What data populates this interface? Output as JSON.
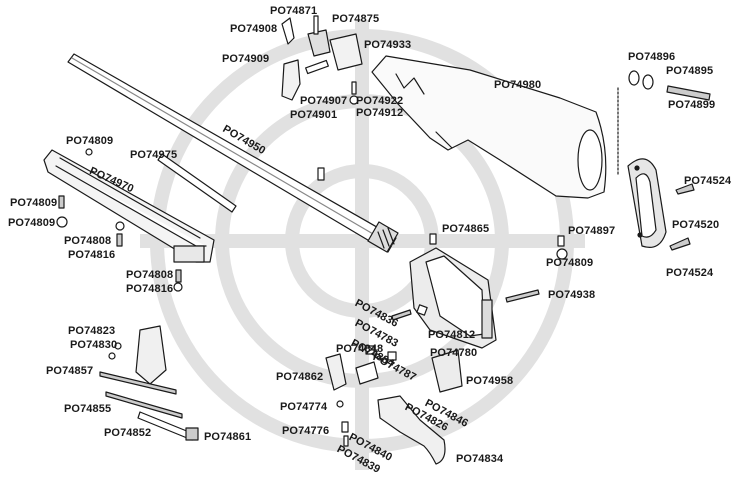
{
  "colors": {
    "ink": "#1a1a1a",
    "paper": "#ffffff",
    "shade": "#b8b8b8",
    "watermark": "#d9d9d9"
  },
  "labels": {
    "l01": "PO74875",
    "l02": "PO74871",
    "l03": "PO74908",
    "l04": "PO74933",
    "l05": "PO74909",
    "l06": "PO74907",
    "l07": "PO74901",
    "l08": "PO74922",
    "l09": "PO74912",
    "l10": "PO74980",
    "l11": "PO74896",
    "l12": "PO74895",
    "l13": "PO74899",
    "l14": "PO74950",
    "l15": "PO74809",
    "l16": "PO74975",
    "l17": "PO74970",
    "l18": "PO74809",
    "l19": "PO74809",
    "l20": "PO74808",
    "l21": "PO74816",
    "l22": "PO74808",
    "l23": "PO74816",
    "l24": "PO74865",
    "l25": "PO74897",
    "l26": "PO74809",
    "l27": "PO74524",
    "l28": "PO74520",
    "l29": "PO74524",
    "l30": "PO74938",
    "l31": "PO74836",
    "l32": "PO74783",
    "l33": "PO74812",
    "l34": "PO74780",
    "l35": "PO74848",
    "l36": "PO74787",
    "l37": "PO74862",
    "l38": "PO74958",
    "l39": "PO74823",
    "l40": "PO74830",
    "l41": "PO74857",
    "l42": "PO74855",
    "l43": "PO74852",
    "l44": "PO74861",
    "l45": "PO74774",
    "l46": "PO74776",
    "l47": "PO74840",
    "l48": "PO74839",
    "l49": "PO74834",
    "l50": "PO74826",
    "l51": "PO74846",
    "l52": "PO74884"
  },
  "icons": {
    "watermark": "crosshair-watermark-icon"
  }
}
